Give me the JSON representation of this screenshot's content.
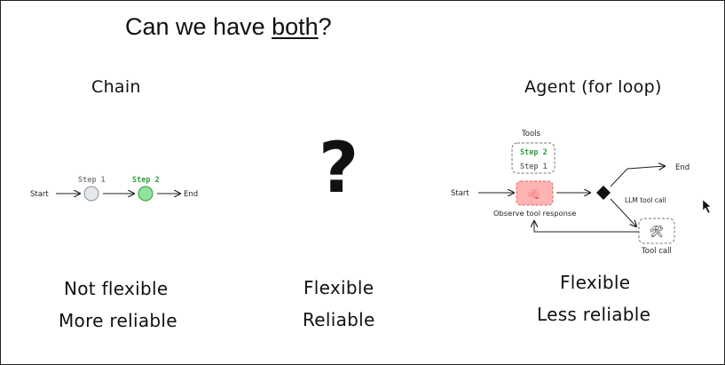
{
  "title": {
    "before": "Can we have ",
    "emphasis": "both",
    "after": "?"
  },
  "question_mark": "?",
  "chain": {
    "heading": "Chain",
    "start_label": "Start",
    "step1_label": "Step 1",
    "step2_label": "Step 2",
    "end_label": "End",
    "line1": "Not flexible",
    "line2": "More reliable"
  },
  "middle": {
    "line1": "Flexible",
    "line2": "Reliable"
  },
  "agent": {
    "heading": "Agent (for loop)",
    "tools_label": "Tools",
    "tool_step2": "Step 2",
    "tool_step1": "Step 1",
    "start_label": "Start",
    "observe_label": "Observe tool response",
    "llm_label": "LLM tool call",
    "end_label": "End",
    "tool_call_label": "Tool call",
    "brain_icon": "🧠",
    "tools_icon": "🛠",
    "line1": "Flexible",
    "line2": "Less reliable"
  },
  "colors": {
    "step2_green": "#2e9e3e",
    "node_green_fill": "#8fe39a",
    "node_grey_fill": "#e4e7ec",
    "brain_box_fill": "#ffb3b3",
    "brain_box_stroke": "#e06060"
  }
}
